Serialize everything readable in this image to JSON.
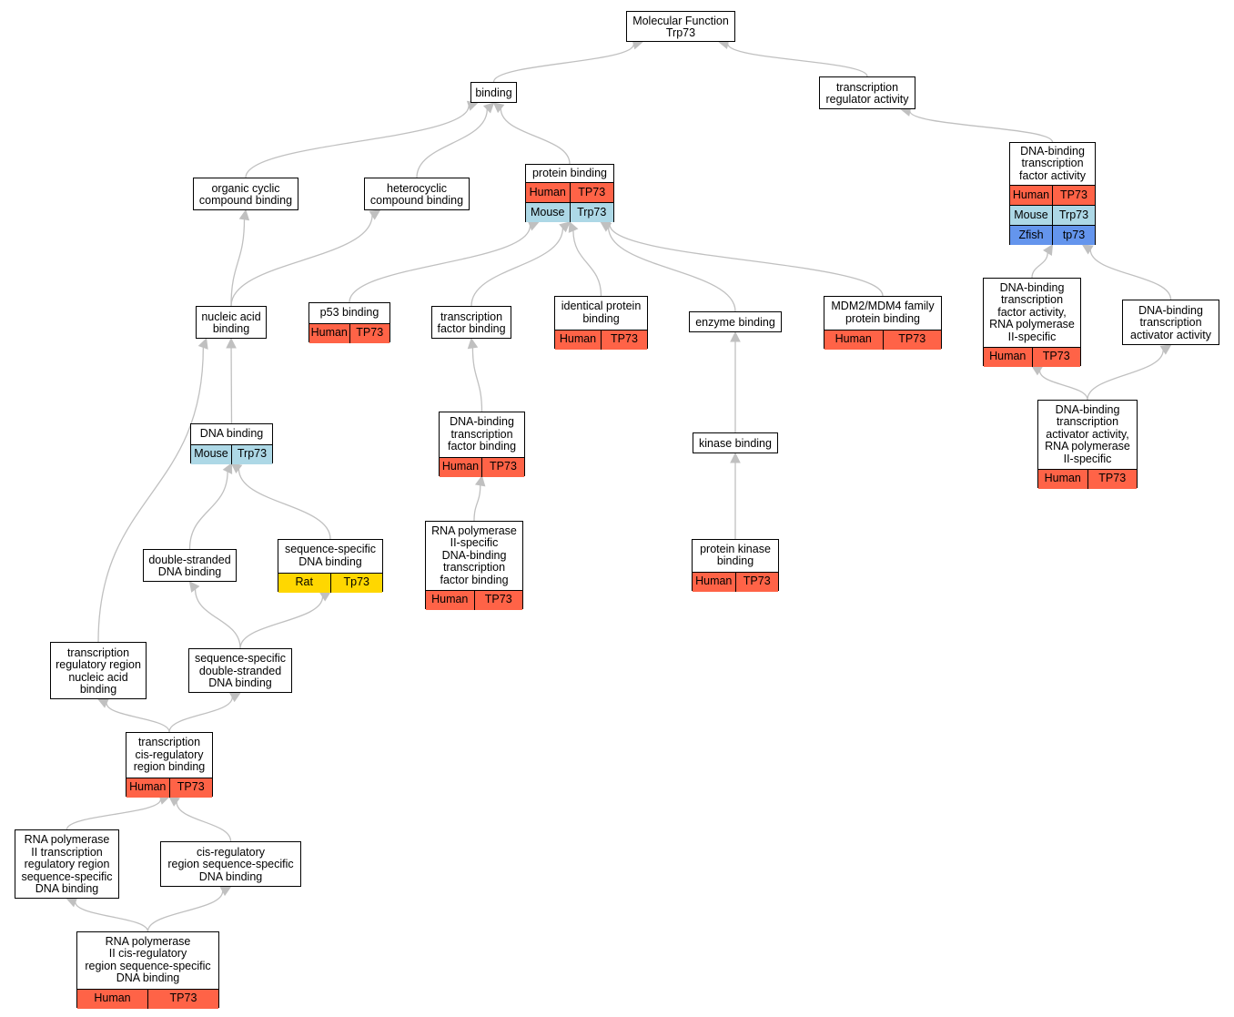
{
  "colors": {
    "Human": "#ff6347",
    "Mouse": "#add8e6",
    "Rat": "#ffd700",
    "Zfish": "#6495ed",
    "edge": "#c0c0c0"
  },
  "nodes": {
    "mf": {
      "lines": [
        "Molecular Function",
        "Trp73"
      ],
      "genes": []
    },
    "bind": {
      "lines": [
        "binding"
      ],
      "genes": []
    },
    "tra": {
      "lines": [
        "transcription",
        "regulator activity"
      ],
      "genes": []
    },
    "ocb": {
      "lines": [
        "organic cyclic",
        "compound binding"
      ],
      "genes": []
    },
    "hcb": {
      "lines": [
        "heterocyclic",
        "compound binding"
      ],
      "genes": []
    },
    "pb": {
      "lines": [
        "protein binding"
      ],
      "genes": [
        [
          "Human",
          "TP73"
        ],
        [
          "Mouse",
          "Trp73"
        ]
      ]
    },
    "dbtf": {
      "lines": [
        "DNA-binding",
        "transcription",
        "factor activity"
      ],
      "genes": [
        [
          "Human",
          "TP73"
        ],
        [
          "Mouse",
          "Trp73"
        ],
        [
          "Zfish",
          "tp73"
        ]
      ]
    },
    "nab": {
      "lines": [
        "nucleic acid",
        "binding"
      ],
      "genes": []
    },
    "p53": {
      "lines": [
        "p53 binding"
      ],
      "genes": [
        [
          "Human",
          "TP73"
        ]
      ]
    },
    "tfb": {
      "lines": [
        "transcription",
        "factor binding"
      ],
      "genes": []
    },
    "ipb": {
      "lines": [
        "identical protein",
        "binding"
      ],
      "genes": [
        [
          "Human",
          "TP73"
        ]
      ]
    },
    "eb": {
      "lines": [
        "enzyme binding"
      ],
      "genes": []
    },
    "mdm": {
      "lines": [
        "MDM2/MDM4 family",
        "protein binding"
      ],
      "genes": [
        [
          "Human",
          "TP73"
        ]
      ]
    },
    "dbtf2": {
      "lines": [
        "DNA-binding",
        "transcription",
        "factor activity,",
        "RNA polymerase",
        "II-specific"
      ],
      "genes": [
        [
          "Human",
          "TP73"
        ]
      ]
    },
    "dbta": {
      "lines": [
        "DNA-binding",
        "transcription",
        "activator activity"
      ],
      "genes": []
    },
    "db": {
      "lines": [
        "DNA binding"
      ],
      "genes": [
        [
          "Mouse",
          "Trp73"
        ]
      ]
    },
    "dbtfb": {
      "lines": [
        "DNA-binding",
        "transcription",
        "factor binding"
      ],
      "genes": [
        [
          "Human",
          "TP73"
        ]
      ]
    },
    "kb": {
      "lines": [
        "kinase binding"
      ],
      "genes": []
    },
    "dbta2": {
      "lines": [
        "DNA-binding",
        "transcription",
        "activator activity,",
        "RNA polymerase",
        "II-specific"
      ],
      "genes": [
        [
          "Human",
          "TP73"
        ]
      ]
    },
    "ssdb": {
      "lines": [
        "sequence-specific",
        "DNA binding"
      ],
      "genes": [
        [
          "Rat",
          "Tp73"
        ]
      ]
    },
    "dsdb": {
      "lines": [
        "double-stranded",
        "DNA binding"
      ],
      "genes": []
    },
    "rp2": {
      "lines": [
        "RNA polymerase",
        "II-specific",
        "DNA-binding",
        "transcription",
        "factor binding"
      ],
      "genes": [
        [
          "Human",
          "TP73"
        ]
      ]
    },
    "pkb": {
      "lines": [
        "protein kinase",
        "binding"
      ],
      "genes": [
        [
          "Human",
          "TP73"
        ]
      ]
    },
    "trr": {
      "lines": [
        "transcription",
        "regulatory region",
        "nucleic acid",
        "binding"
      ],
      "genes": []
    },
    "ssds": {
      "lines": [
        "sequence-specific",
        "double-stranded",
        "DNA binding"
      ],
      "genes": []
    },
    "tcr": {
      "lines": [
        "transcription",
        "cis-regulatory",
        "region binding"
      ],
      "genes": [
        [
          "Human",
          "TP73"
        ]
      ]
    },
    "rp2t": {
      "lines": [
        "RNA polymerase",
        "II transcription",
        "regulatory region",
        "sequence-specific",
        "DNA binding"
      ],
      "genes": []
    },
    "crs": {
      "lines": [
        "cis-regulatory",
        "region sequence-specific",
        "DNA binding"
      ],
      "genes": []
    },
    "rp2c": {
      "lines": [
        "RNA polymerase",
        "II cis-regulatory",
        "region sequence-specific",
        "DNA binding"
      ],
      "genes": [
        [
          "Human",
          "TP73"
        ]
      ]
    }
  },
  "edges": [
    [
      "bind",
      "mf"
    ],
    [
      "tra",
      "mf"
    ],
    [
      "ocb",
      "bind"
    ],
    [
      "hcb",
      "bind"
    ],
    [
      "pb",
      "bind"
    ],
    [
      "dbtf",
      "tra"
    ],
    [
      "nab",
      "ocb"
    ],
    [
      "nab",
      "hcb"
    ],
    [
      "p53",
      "pb"
    ],
    [
      "tfb",
      "pb"
    ],
    [
      "ipb",
      "pb"
    ],
    [
      "eb",
      "pb"
    ],
    [
      "mdm",
      "pb"
    ],
    [
      "dbtf2",
      "dbtf"
    ],
    [
      "dbta",
      "dbtf"
    ],
    [
      "db",
      "nab"
    ],
    [
      "trr",
      "nab"
    ],
    [
      "dbtfb",
      "tfb"
    ],
    [
      "rp2",
      "dbtfb"
    ],
    [
      "kb",
      "eb"
    ],
    [
      "pkb",
      "kb"
    ],
    [
      "dbta2",
      "dbtf2"
    ],
    [
      "dbta2",
      "dbta"
    ],
    [
      "dsdb",
      "db"
    ],
    [
      "ssdb",
      "db"
    ],
    [
      "ssds",
      "dsdb"
    ],
    [
      "ssds",
      "ssdb"
    ],
    [
      "tcr",
      "trr"
    ],
    [
      "tcr",
      "ssds"
    ],
    [
      "rp2t",
      "tcr"
    ],
    [
      "crs",
      "tcr"
    ],
    [
      "rp2c",
      "rp2t"
    ],
    [
      "rp2c",
      "crs"
    ]
  ]
}
